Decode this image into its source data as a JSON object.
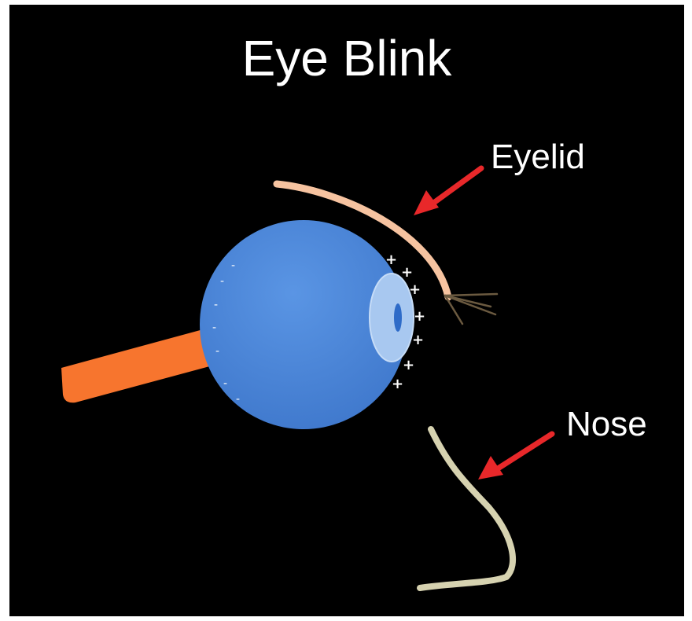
{
  "slide": {
    "title": "Eye Blink",
    "background": "#000000"
  },
  "labels": {
    "eyelid": "Eyelid",
    "nose": "Nose"
  },
  "charges": {
    "back": "-",
    "front": "+"
  },
  "colors": {
    "eyeball": "#4a86d8",
    "cornea": "#a8c8f0",
    "pupil": "#2e6bc8",
    "optic_nerve": "#f7752e",
    "eyelid": "#f6c3a0",
    "nose": "#d6d2b0",
    "arrow": "#e8282a",
    "eyelash": "#6b5a40"
  },
  "icons": [
    "red-arrow-icon"
  ]
}
